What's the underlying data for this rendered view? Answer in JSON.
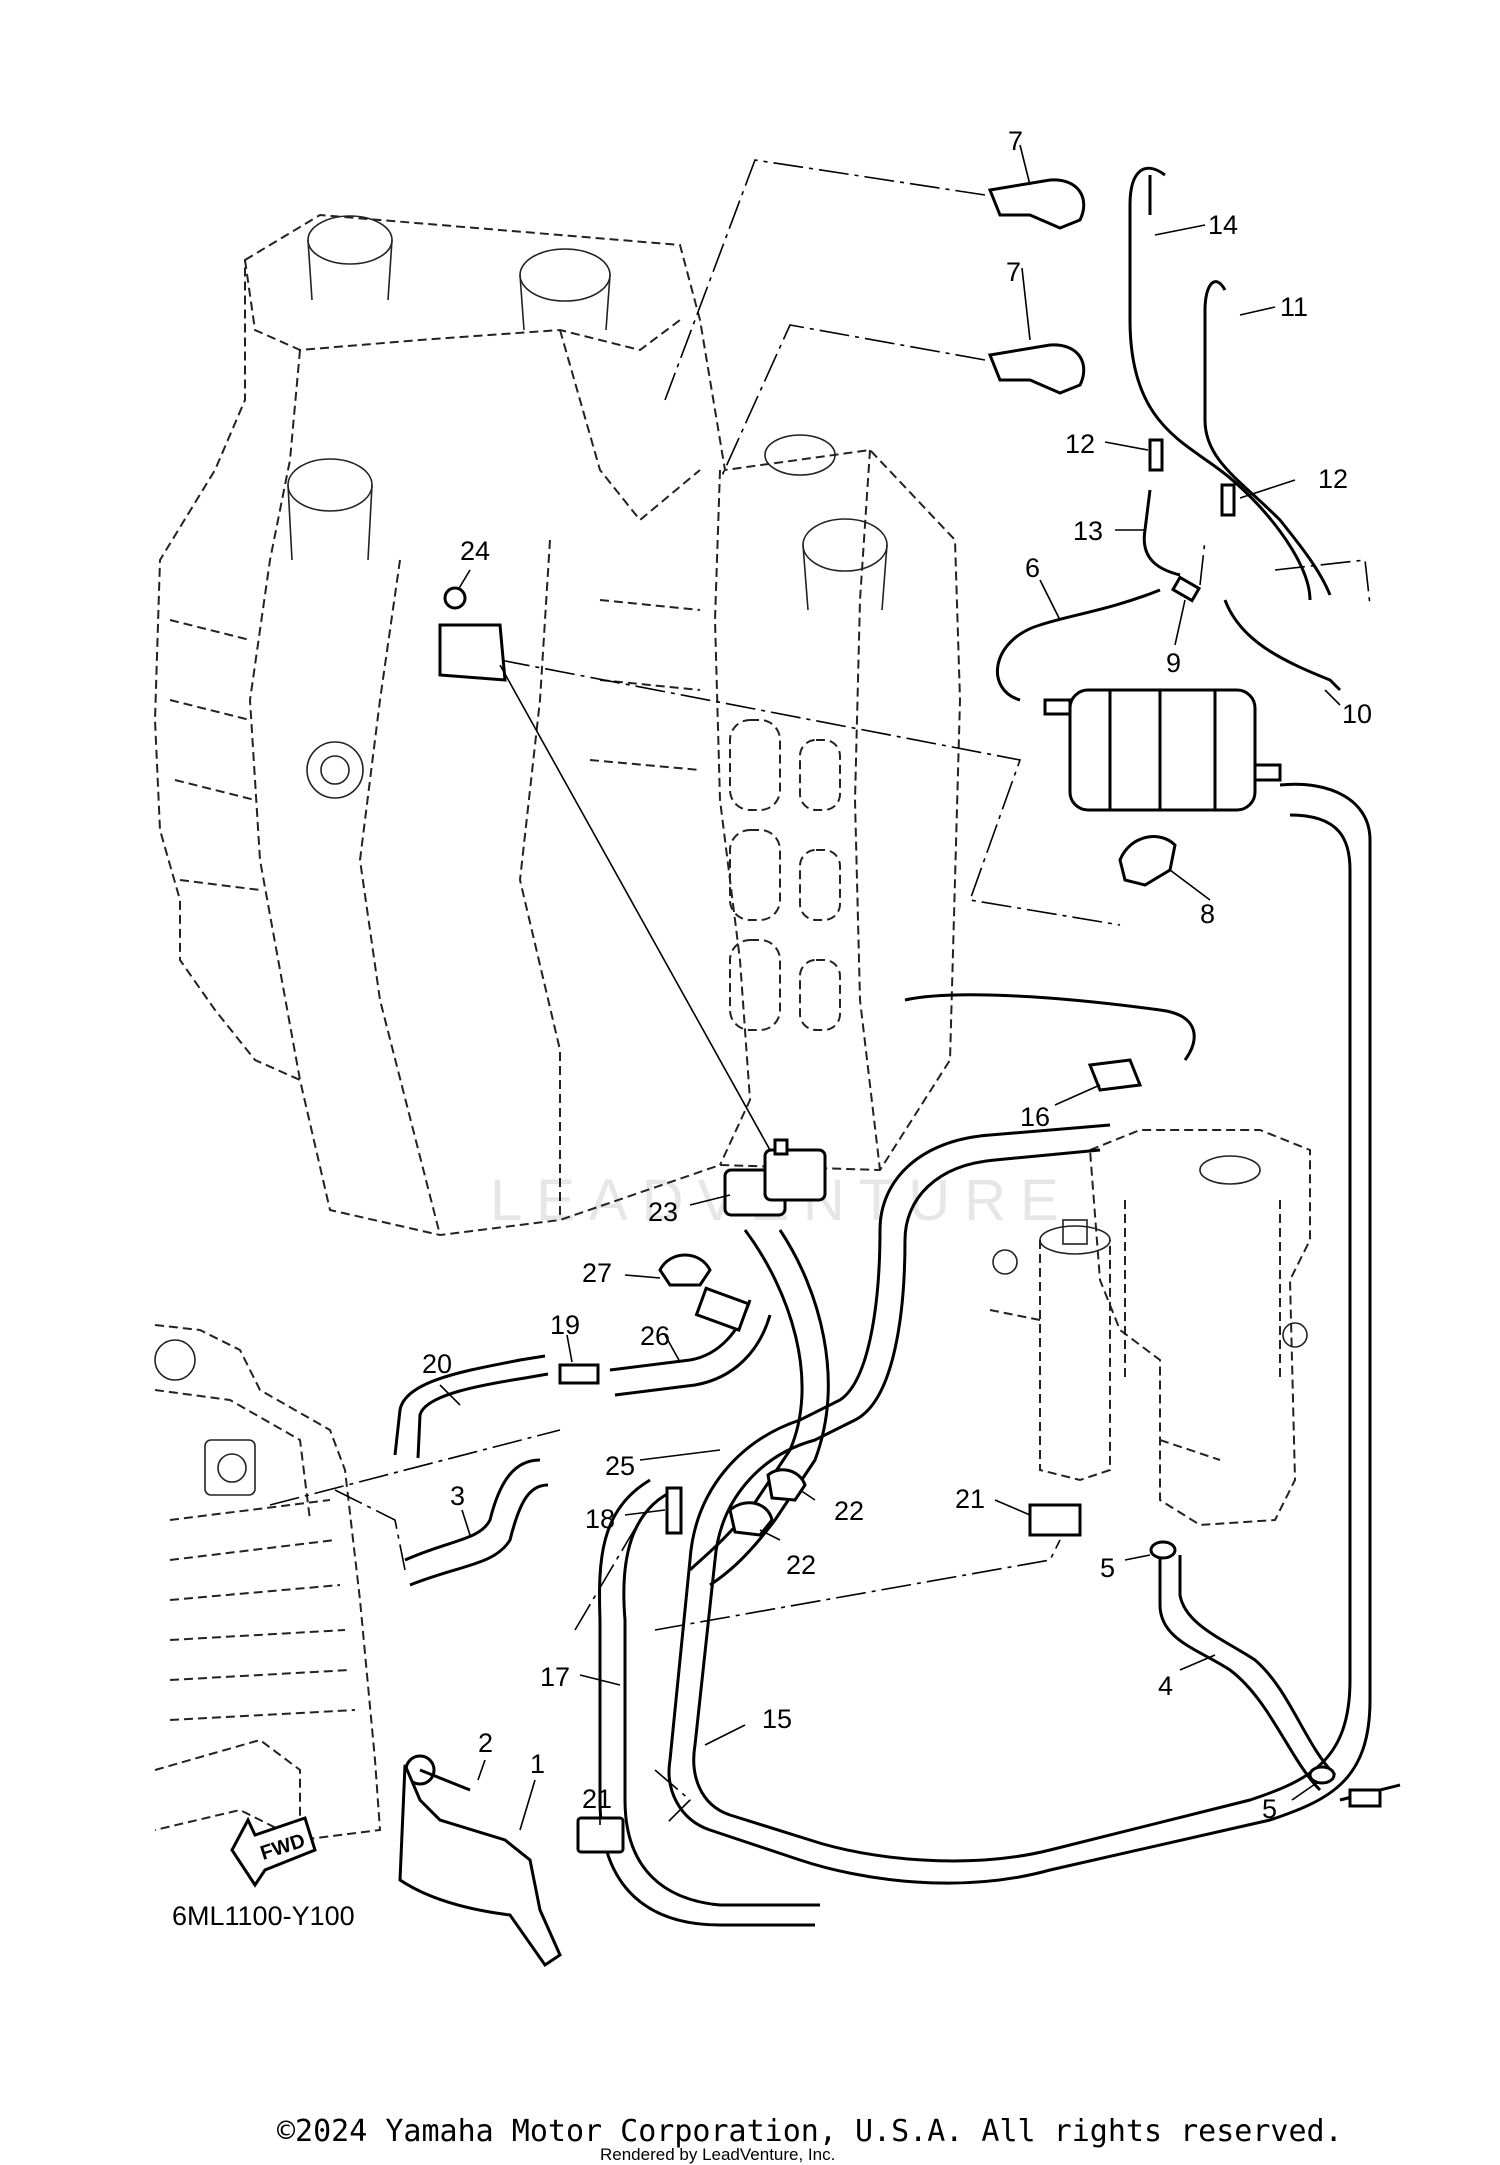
{
  "diagram": {
    "drawing_code": "6ML1100-Y100",
    "fwd_label": "FWD",
    "watermark": "LEADVENTURE",
    "copyright": "©2024 Yamaha Motor Corporation, U.S.A. All rights reserved.",
    "rendered_by": "Rendered by LeadVenture, Inc.",
    "callouts": [
      {
        "id": "c7a",
        "num": "7"
      },
      {
        "id": "c7b",
        "num": "7"
      },
      {
        "id": "c14",
        "num": "14"
      },
      {
        "id": "c11",
        "num": "11"
      },
      {
        "id": "c12a",
        "num": "12"
      },
      {
        "id": "c12b",
        "num": "12"
      },
      {
        "id": "c13",
        "num": "13"
      },
      {
        "id": "c6",
        "num": "6"
      },
      {
        "id": "c9",
        "num": "9"
      },
      {
        "id": "c10",
        "num": "10"
      },
      {
        "id": "c8",
        "num": "8"
      },
      {
        "id": "c24",
        "num": "24"
      },
      {
        "id": "c16",
        "num": "16"
      },
      {
        "id": "c23",
        "num": "23"
      },
      {
        "id": "c27",
        "num": "27"
      },
      {
        "id": "c19",
        "num": "19"
      },
      {
        "id": "c26",
        "num": "26"
      },
      {
        "id": "c20",
        "num": "20"
      },
      {
        "id": "c25",
        "num": "25"
      },
      {
        "id": "c3",
        "num": "3"
      },
      {
        "id": "c22a",
        "num": "22"
      },
      {
        "id": "c18",
        "num": "18"
      },
      {
        "id": "c22b",
        "num": "22"
      },
      {
        "id": "c21a",
        "num": "21"
      },
      {
        "id": "c5a",
        "num": "5"
      },
      {
        "id": "c17",
        "num": "17"
      },
      {
        "id": "c15",
        "num": "15"
      },
      {
        "id": "c4",
        "num": "4"
      },
      {
        "id": "c2",
        "num": "2"
      },
      {
        "id": "c1",
        "num": "1"
      },
      {
        "id": "c21b",
        "num": "21"
      },
      {
        "id": "c5b",
        "num": "5"
      }
    ]
  }
}
